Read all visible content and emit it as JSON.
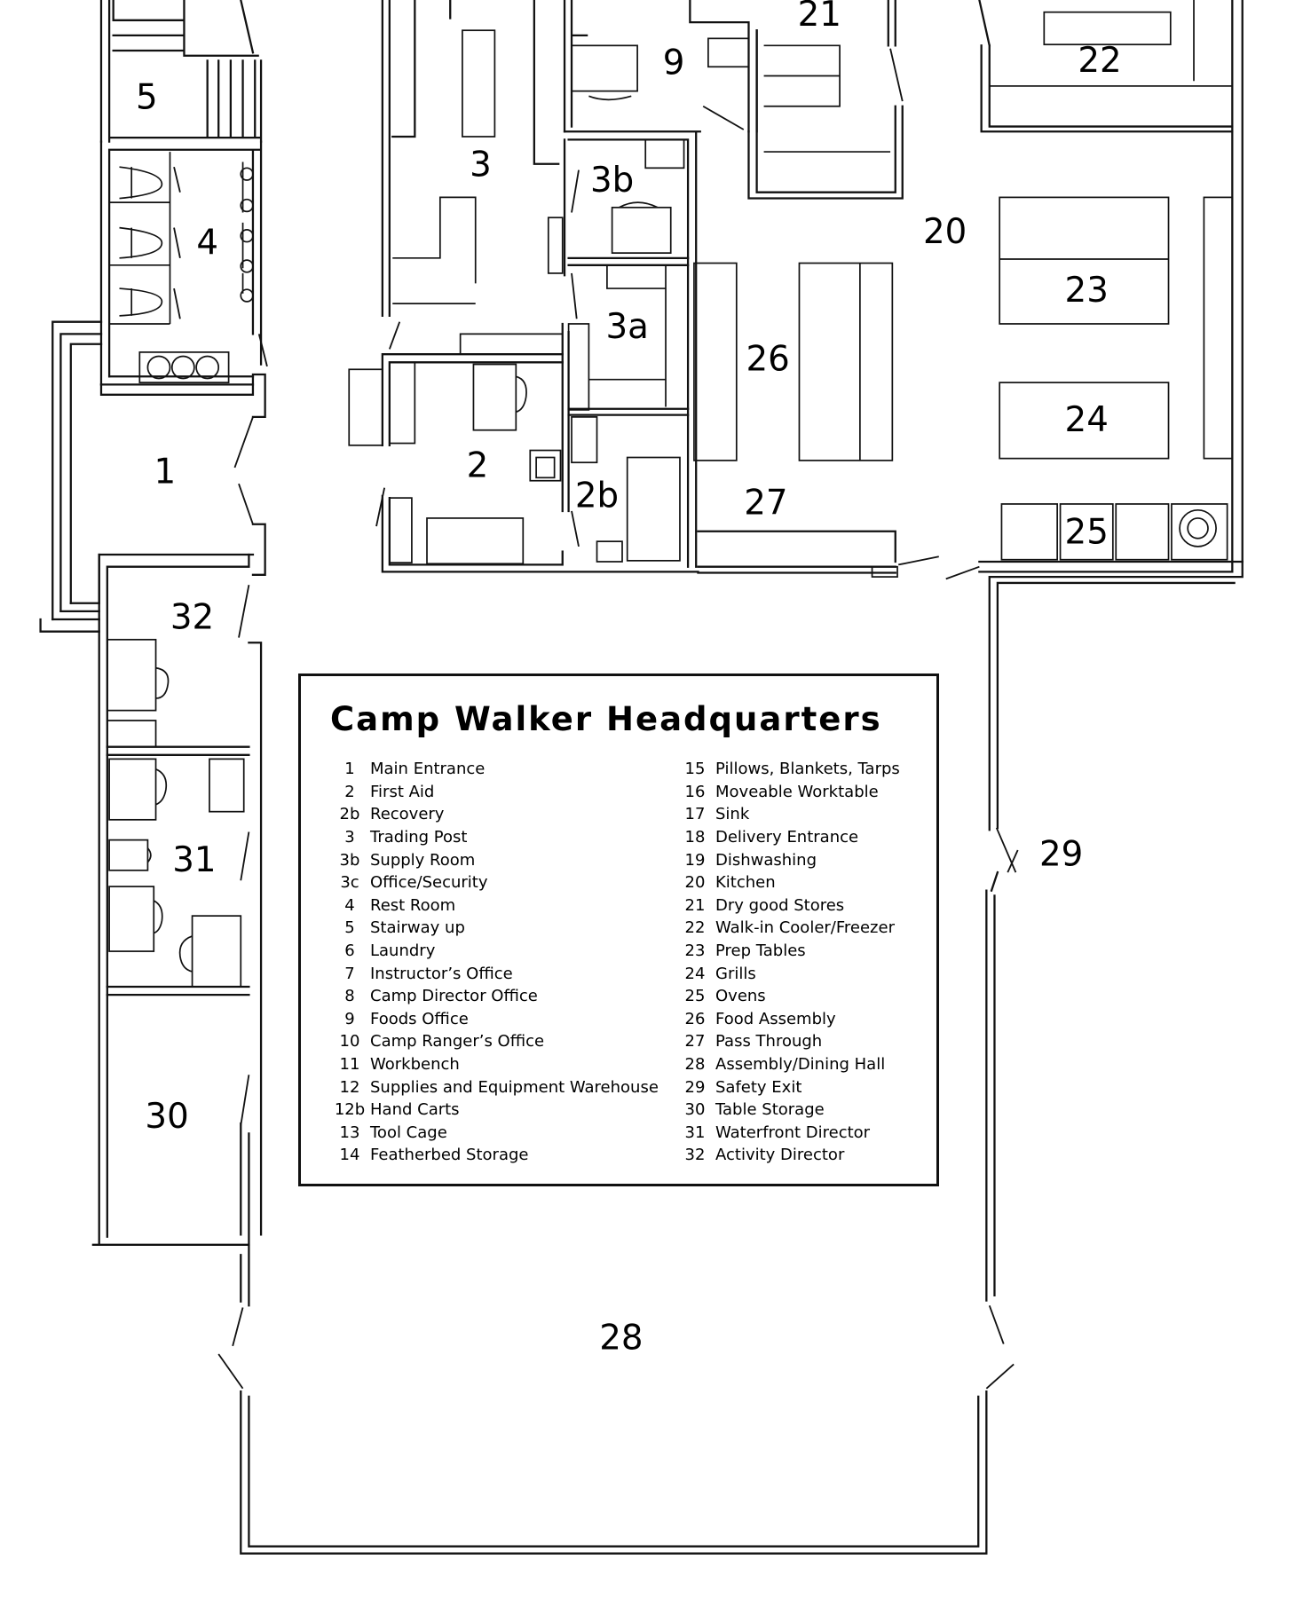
{
  "legend": {
    "title": "Camp Walker Headquarters",
    "left_column": [
      {
        "key": "1",
        "label": "Main Entrance"
      },
      {
        "key": "2",
        "label": "First Aid"
      },
      {
        "key": "2b",
        "label": "Recovery"
      },
      {
        "key": "3",
        "label": "Trading Post"
      },
      {
        "key": "3b",
        "label": "Supply Room"
      },
      {
        "key": "3c",
        "label": "Office/Security"
      },
      {
        "key": "4",
        "label": "Rest Room"
      },
      {
        "key": "5",
        "label": "Stairway up"
      },
      {
        "key": "6",
        "label": "Laundry"
      },
      {
        "key": "7",
        "label": "Instructor’s Office"
      },
      {
        "key": "8",
        "label": "Camp Director Office"
      },
      {
        "key": "9",
        "label": "Foods Office"
      },
      {
        "key": "10",
        "label": "Camp Ranger’s Office"
      },
      {
        "key": "11",
        "label": "Workbench"
      },
      {
        "key": "12",
        "label": "Supplies and Equipment Warehouse"
      },
      {
        "key": "12b",
        "label": "Hand Carts"
      },
      {
        "key": "13",
        "label": "Tool Cage"
      },
      {
        "key": "14",
        "label": "Featherbed Storage"
      }
    ],
    "right_column": [
      {
        "key": "15",
        "label": "Pillows, Blankets, Tarps"
      },
      {
        "key": "16",
        "label": "Moveable Worktable"
      },
      {
        "key": "17",
        "label": "Sink"
      },
      {
        "key": "18",
        "label": "Delivery Entrance"
      },
      {
        "key": "19",
        "label": "Dishwashing"
      },
      {
        "key": "20",
        "label": "Kitchen"
      },
      {
        "key": "21",
        "label": "Dry good Stores"
      },
      {
        "key": "22",
        "label": "Walk-in Cooler/Freezer"
      },
      {
        "key": "23",
        "label": "Prep Tables"
      },
      {
        "key": "24",
        "label": "Grills"
      },
      {
        "key": "25",
        "label": "Ovens"
      },
      {
        "key": "26",
        "label": "Food Assembly"
      },
      {
        "key": "27",
        "label": "Pass Through"
      },
      {
        "key": "28",
        "label": "Assembly/Dining Hall"
      },
      {
        "key": "29",
        "label": "Safety Exit"
      },
      {
        "key": "30",
        "label": "Table Storage"
      },
      {
        "key": "31",
        "label": "Waterfront Director"
      },
      {
        "key": "32",
        "label": "Activity Director"
      }
    ]
  },
  "room_labels": {
    "r1": "1",
    "r2": "2",
    "r2b": "2b",
    "r3": "3",
    "r3a": "3a",
    "r3b": "3b",
    "r4": "4",
    "r5": "5",
    "r9": "9",
    "r20": "20",
    "r21": "21",
    "r22": "22",
    "r23": "23",
    "r24": "24",
    "r25": "25",
    "r26": "26",
    "r27": "27",
    "r28": "28",
    "r29": "29",
    "r30": "30",
    "r31": "31",
    "r32": "32"
  }
}
